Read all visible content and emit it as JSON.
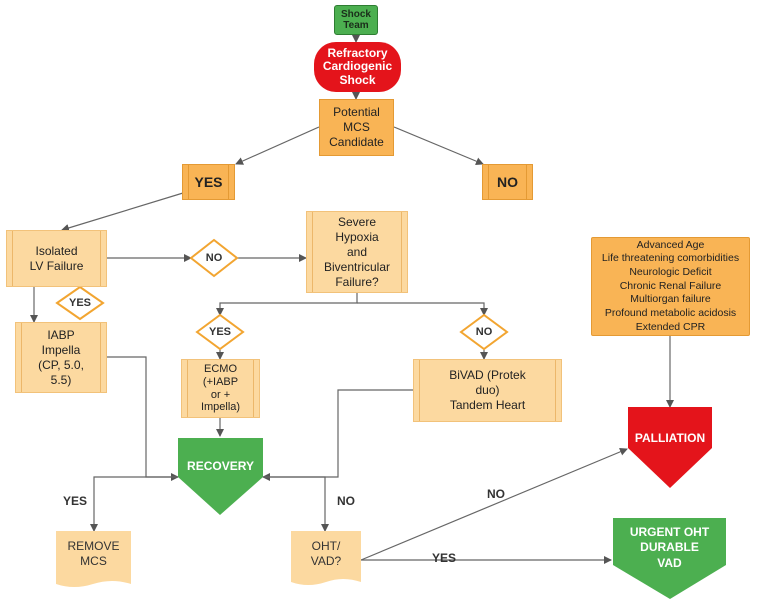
{
  "nodes": {
    "shock_team": "Shock\nTeam",
    "refractory": "Refractory\nCardiogenic\nShock",
    "candidate": "Potential\nMCS\nCandidate",
    "yes_box": "YES",
    "no_box": "NO",
    "isolated": "Isolated\nLV Failure",
    "no_diamond": "NO",
    "severe": "Severe\nHypoxia\nand\nBiventricular\nFailure?",
    "yes_diamond_left": "YES",
    "iabp": "IABP\nImpella\n(CP, 5.0,\n5.5)",
    "yes_diamond_mid": "YES",
    "no_diamond_right": "NO",
    "ecmo": "ECMO\n(+IABP\nor +\nImpella)",
    "bivad": "BiVAD (Protek\nduo)\nTandem Heart",
    "conditions": [
      "Advanced Age",
      "Life threatening comorbidities",
      "Neurologic Deficit",
      "Chronic Renal Failure",
      "Multiorgan failure",
      "Profound metabolic acidosis",
      "Extended CPR"
    ],
    "recovery": "RECOVERY",
    "palliation": "PALLIATION",
    "urgent": "URGENT OHT\nDURABLE\nVAD",
    "remove_mcs": "REMOVE\nMCS",
    "oht_vad": "OHT/\nVAD?"
  },
  "edge_labels": {
    "recovery_yes": "YES",
    "recovery_no": "NO",
    "oht_no": "NO",
    "oht_yes": "YES"
  },
  "colors": {
    "red": "#e4141b",
    "green": "#4caf50",
    "orange": "#f9b455",
    "light_orange": "#fcd9a0"
  }
}
